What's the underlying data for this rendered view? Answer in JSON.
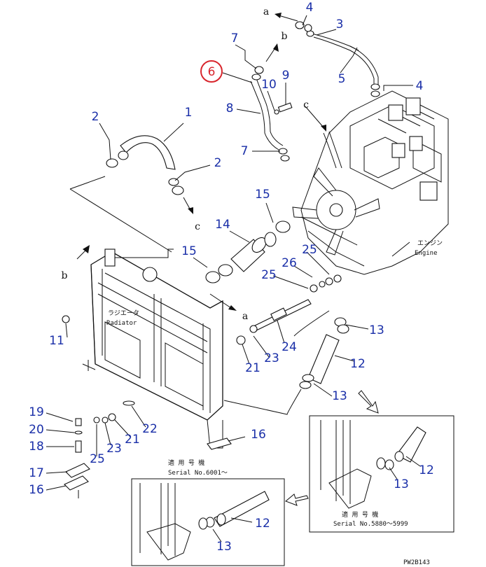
{
  "diagram": {
    "part_numbers": [
      "1",
      "2",
      "2",
      "3",
      "4",
      "4",
      "5",
      "6",
      "7",
      "7",
      "8",
      "9",
      "10",
      "11",
      "12",
      "12",
      "12",
      "13",
      "13",
      "13",
      "13",
      "14",
      "15",
      "15",
      "16",
      "16",
      "17",
      "18",
      "19",
      "20",
      "21",
      "21",
      "22",
      "23",
      "23",
      "24",
      "25",
      "25",
      "25",
      "26"
    ],
    "highlighted_part": "6",
    "flow_letters": [
      "a",
      "b",
      "c",
      "a",
      "b",
      "c"
    ],
    "labels": {
      "radiator_jp": "ラジエータ",
      "radiator_en": "Radiator",
      "engine_jp": "エンジン",
      "engine_en": "Engine",
      "serial_jp_1": "適 用 号 機",
      "serial_1": "Serial No.6001～",
      "serial_jp_2": "適 用 号 機",
      "serial_2": "Serial No.5880～5999",
      "figure_code": "PW2B143"
    }
  }
}
